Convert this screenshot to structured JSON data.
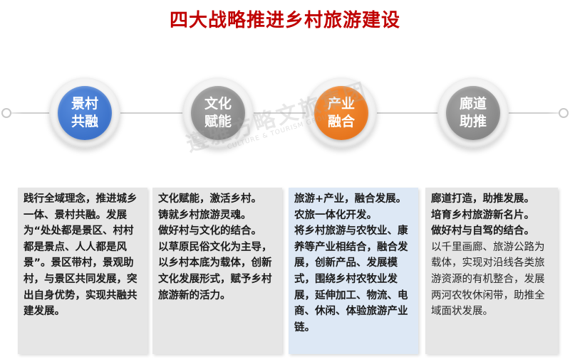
{
  "title": "四大战略推进乡村旅游建设",
  "watermark": {
    "cn": "遵雅方略文旅集团",
    "en": "CULTURE & TOURISM GROUP"
  },
  "strategies": [
    {
      "line1": "景村",
      "line2": "共融",
      "color": "#2f66c1",
      "paragraphs": [
        "践行全域理念，推进城乡一体、景村共融。发展为“处处都是景区、村村都是景点、人人都是风景”。景区带村，景观助村，与景区共同发展，突出自身优势，实现共融共建发展。"
      ],
      "light_paragraphs": []
    },
    {
      "line1": "文化",
      "line2": "赋能",
      "color": "#7b7b7b",
      "paragraphs": [
        "文化赋能，激活乡村。",
        "铸就乡村旅游灵魂。",
        "做好村与文化的结合。",
        "以草原民俗文化为主导，以乡村本底为载体，创新文化发展形式，赋予乡村旅游新的活力。"
      ],
      "light_paragraphs": []
    },
    {
      "line1": "产业",
      "line2": "融合",
      "color": "#e06a12",
      "paragraphs": [
        "旅游+产业，融合发展。",
        "农旅一体化开发。",
        "将乡村旅游与农牧业、康养等产业相结合，融合发展，创新产品、发展模式，围绕乡村农牧业发展，延伸加工、物流、电商、休闲、体验旅游产业链。"
      ],
      "light_paragraphs": []
    },
    {
      "line1": "廊道",
      "line2": "助推",
      "color": "#7b7b7b",
      "paragraphs": [
        "廊道打造，助推发展。",
        "培育乡村旅游新名片。",
        "做好村与自驾的结合。"
      ],
      "light_paragraphs": [
        "以千里画廊、旅游公路为载体，实现对沿线各类旅游资源的有机整合，发展两河农牧休闲带，助推全域面状发展。"
      ]
    }
  ]
}
